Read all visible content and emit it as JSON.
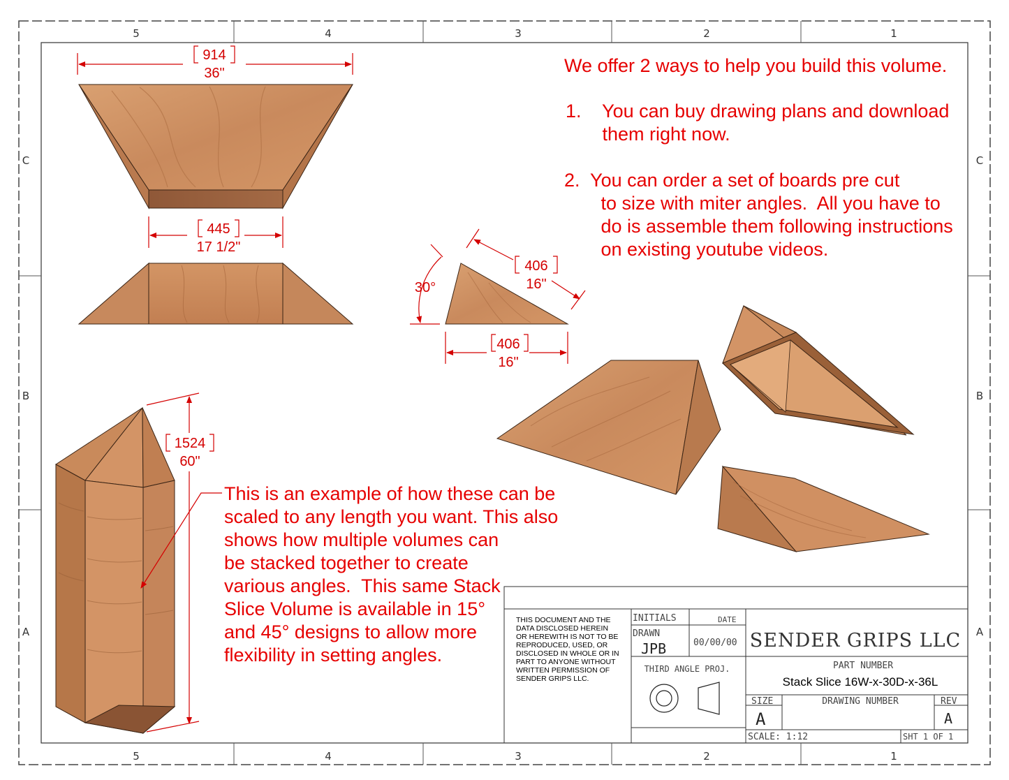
{
  "zones": {
    "columns": [
      "5",
      "4",
      "3",
      "2",
      "1"
    ],
    "rows": [
      "C",
      "B",
      "A"
    ]
  },
  "dimensions": {
    "top_width_mm": "914",
    "top_width_in": "36\"",
    "bottom_width_mm": "445",
    "bottom_width_in": "17 1/2\"",
    "side_hyp_mm": "406",
    "side_hyp_in": "16\"",
    "side_base_mm": "406",
    "side_base_in": "16\"",
    "angle": "30°",
    "stack_height_mm": "1524",
    "stack_height_in": "60\""
  },
  "notes": {
    "offer_intro": "We offer 2 ways to help you build this volume.",
    "option1_line1": "1.    You can buy drawing plans and download",
    "option1_line2": "       them right now.",
    "option2_line1": "2.  You can order a set of boards pre cut",
    "option2_line2": "       to size with miter angles.  All you have to",
    "option2_line3": "       do is assemble them following instructions",
    "option2_line4": "       on existing youtube videos.",
    "example_lines": [
      "This is an example of how these can be",
      "scaled to any length you want. This also",
      "shows how multiple volumes can",
      "be stacked together to create",
      "various angles.  This same Stack",
      "Slice Volume is available in 15°",
      "and 45° designs to allow more",
      "flexibility in setting angles."
    ]
  },
  "title_block": {
    "disclaimer_lines": [
      "THIS DOCUMENT AND THE",
      "DATA DISCLOSED HEREIN",
      "OR HEREWITH IS NOT TO BE",
      "REPRODUCED, USED, OR",
      "DISCLOSED IN WHOLE OR IN",
      "PART TO ANYONE WITHOUT",
      "WRITTEN PERMISSION OF",
      "SENDER GRIPS LLC."
    ],
    "initials_label": "INITIALS",
    "date_label": "DATE",
    "drawn_label": "DRAWN",
    "drawn_value": "JPB",
    "date_value": "00/00/00",
    "company": "SENDER GRIPS LLC",
    "part_number_label": "PART NUMBER",
    "part_number": "Stack Slice 16W-x-30D-x-36L",
    "projection_label": "THIRD ANGLE PROJ.",
    "size_label": "SIZE",
    "size_value": "A",
    "drawing_number_label": "DRAWING NUMBER",
    "rev_label": "REV",
    "rev_value": "A",
    "scale": "SCALE: 1:12",
    "sheet": "SHT 1  OF  1"
  },
  "colors": {
    "wood_light": "#d99a6c",
    "wood_mid": "#c9865a",
    "wood_dark": "#8a5436",
    "annotation": "#e60000"
  }
}
